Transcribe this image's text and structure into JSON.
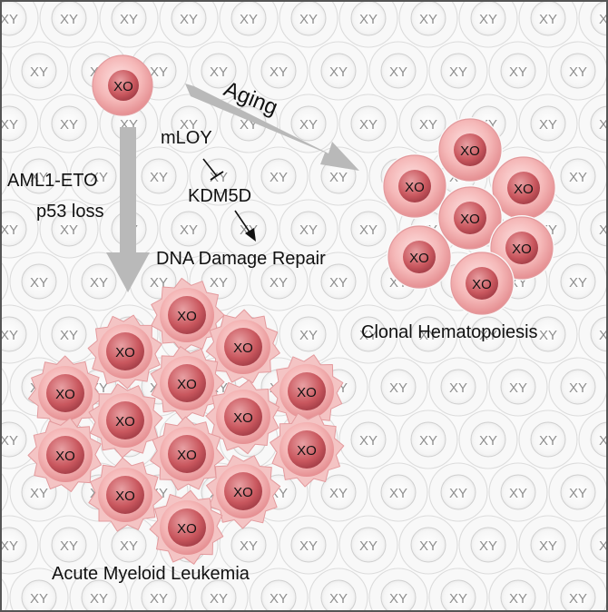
{
  "background_cell_label": "XY",
  "mutant_cell_label": "XO",
  "labels": {
    "aging": "Aging",
    "mloy": "mLOY",
    "kdm5d": "KDM5D",
    "aml_line1": "AML1-ETO",
    "aml_line2": "p53 loss",
    "dna_repair": "DNA Damage Repair",
    "clonal": "Clonal Hematopoiesis",
    "aml": "Acute Myeloid Leukemia"
  },
  "colors": {
    "xy_ring": "#d8d8d8",
    "xy_fill": "#f4f4f4",
    "xy_text": "#8f8f8f",
    "xo_outer": "#f2b4b4",
    "xo_nucleus": "#c9575e",
    "arrow_gray": "#b9b9b9",
    "border": "#555555"
  }
}
